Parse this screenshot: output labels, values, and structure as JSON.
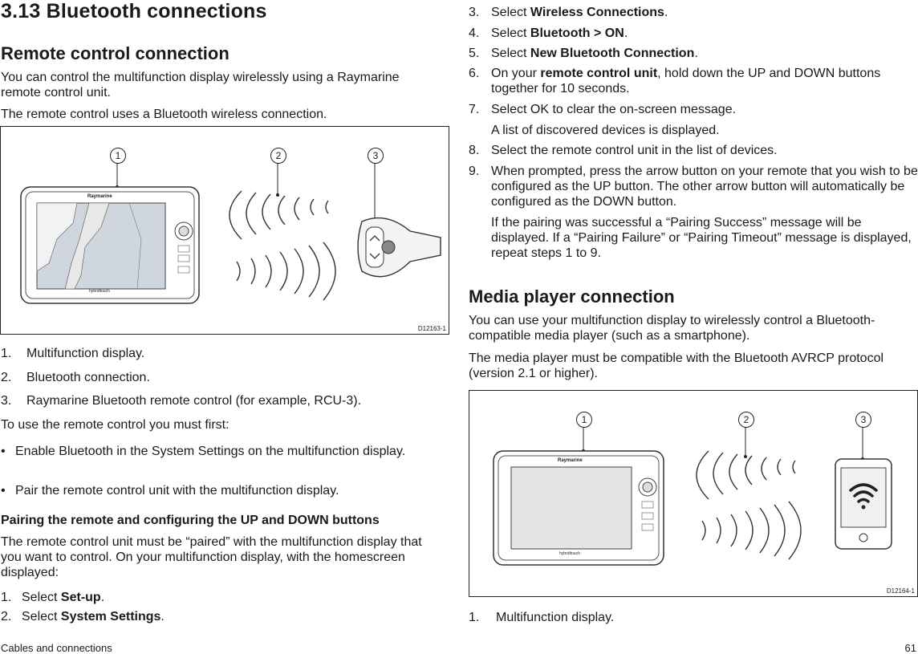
{
  "title": "3.13 Bluetooth connections",
  "left": {
    "section1_heading": "Remote control connection",
    "intro1": "You can control the multifunction display wirelessly using a Raymarine remote control unit.",
    "intro2": "The remote control uses a Bluetooth wireless connection.",
    "figure1": {
      "code": "D12163-1",
      "callouts": [
        "1",
        "2",
        "3"
      ],
      "brand": "Raymarine",
      "hybrid": "hybridtouch"
    },
    "legend": [
      {
        "n": "1.",
        "text": "Multifunction display."
      },
      {
        "n": "2.",
        "text": "Bluetooth connection."
      },
      {
        "n": "3.",
        "text": "Raymarine Bluetooth remote control (for example, RCU-3)."
      }
    ],
    "must_first": "To use the remote control you must first:",
    "bullets": [
      "Enable Bluetooth in the System Settings on the multifunction display.",
      "Pair the remote control unit with the multifunction display."
    ],
    "bullet_mark": "•",
    "subheading": "Pairing the remote and configuring the UP and DOWN buttons",
    "pair_intro": "The remote control unit must be “paired” with the multifunction display that you want to control. On your multifunction display, with the homescreen displayed:",
    "steps": [
      {
        "n": "1.",
        "pre": "Select ",
        "bold": "Set-up",
        "post": "."
      },
      {
        "n": "2.",
        "pre": "Select ",
        "bold": "System Settings",
        "post": "."
      }
    ]
  },
  "right": {
    "steps": [
      {
        "n": "3.",
        "pre": "Select ",
        "bold": "Wireless Connections",
        "post": "."
      },
      {
        "n": "4.",
        "pre": "Select ",
        "bold": "Bluetooth > ON",
        "post": "."
      },
      {
        "n": "5.",
        "pre": "Select ",
        "bold": "New Bluetooth Connection",
        "post": "."
      },
      {
        "n": "6.",
        "pre": "On your ",
        "bold": "remote control unit",
        "post": ", hold down the UP and DOWN buttons together for 10 seconds."
      },
      {
        "n": "7.",
        "pre": "Select OK to clear the on-screen message.",
        "bold": "",
        "post": ""
      },
      {
        "n": "",
        "pre": "A list of discovered devices is displayed.",
        "bold": "",
        "post": ""
      },
      {
        "n": "8.",
        "pre": "Select the remote control unit in the list of devices.",
        "bold": "",
        "post": ""
      },
      {
        "n": "9.",
        "pre": "When prompted, press the arrow button on your remote that you wish to be configured as the UP button. The other arrow button will automatically be configured as the DOWN button.",
        "bold": "",
        "post": ""
      },
      {
        "n": "",
        "pre": "If the pairing was successful a “Pairing Success” message will be displayed. If a “Pairing Failure” or “Pairing Timeout” message is displayed, repeat steps 1 to 9.",
        "bold": "",
        "post": ""
      }
    ],
    "section2_heading": "Media player connection",
    "media1": "You can use your multifunction display to wirelessly control a Bluetooth-compatible media player (such as a smartphone).",
    "media2": "The media player must be compatible with the Bluetooth AVRCP protocol (version 2.1 or higher).",
    "figure2": {
      "code": "D12164-1",
      "callouts": [
        "1",
        "2",
        "3"
      ],
      "brand": "Raymarine",
      "hybrid": "hybridtouch"
    },
    "legend": [
      {
        "n": "1.",
        "text": "Multifunction display."
      }
    ]
  },
  "footer": {
    "section": "Cables and connections",
    "page": "61"
  }
}
